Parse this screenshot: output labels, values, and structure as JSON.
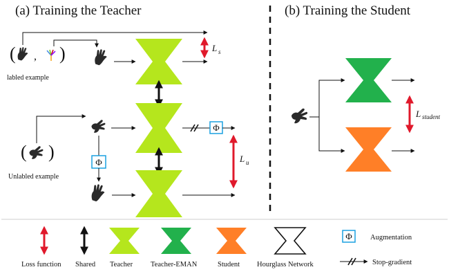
{
  "titles": {
    "teacher": "(a) Training the Teacher",
    "student": "(b) Training the Student"
  },
  "labels": {
    "labeled_example": "labled example",
    "unlabeled_example": "Unlabled example",
    "loss_s_main": "L",
    "loss_s_sub": "s",
    "loss_u_main": "L",
    "loss_u_sub": "u",
    "loss_student_main": "L",
    "loss_student_sub": "student",
    "phi": "Φ"
  },
  "legend": {
    "loss_function": "Loss function",
    "shared": "Shared",
    "teacher": "Teacher",
    "teacher_eman": "Teacher-EMAN",
    "student": "Student",
    "hourglass": "Hourglass Network",
    "augmentation": "Augmentation",
    "stop_gradient": "Stop-gradient"
  },
  "colors": {
    "teacher": "#b5e61d",
    "teacher_eman": "#22b14c",
    "student": "#ff7f27",
    "loss": "#e0192b",
    "augment_box": "#1aa1e0"
  },
  "icons": [
    "hand-image",
    "pose-skeleton-icon",
    "augmentation-phi-icon",
    "stop-gradient-icon"
  ]
}
